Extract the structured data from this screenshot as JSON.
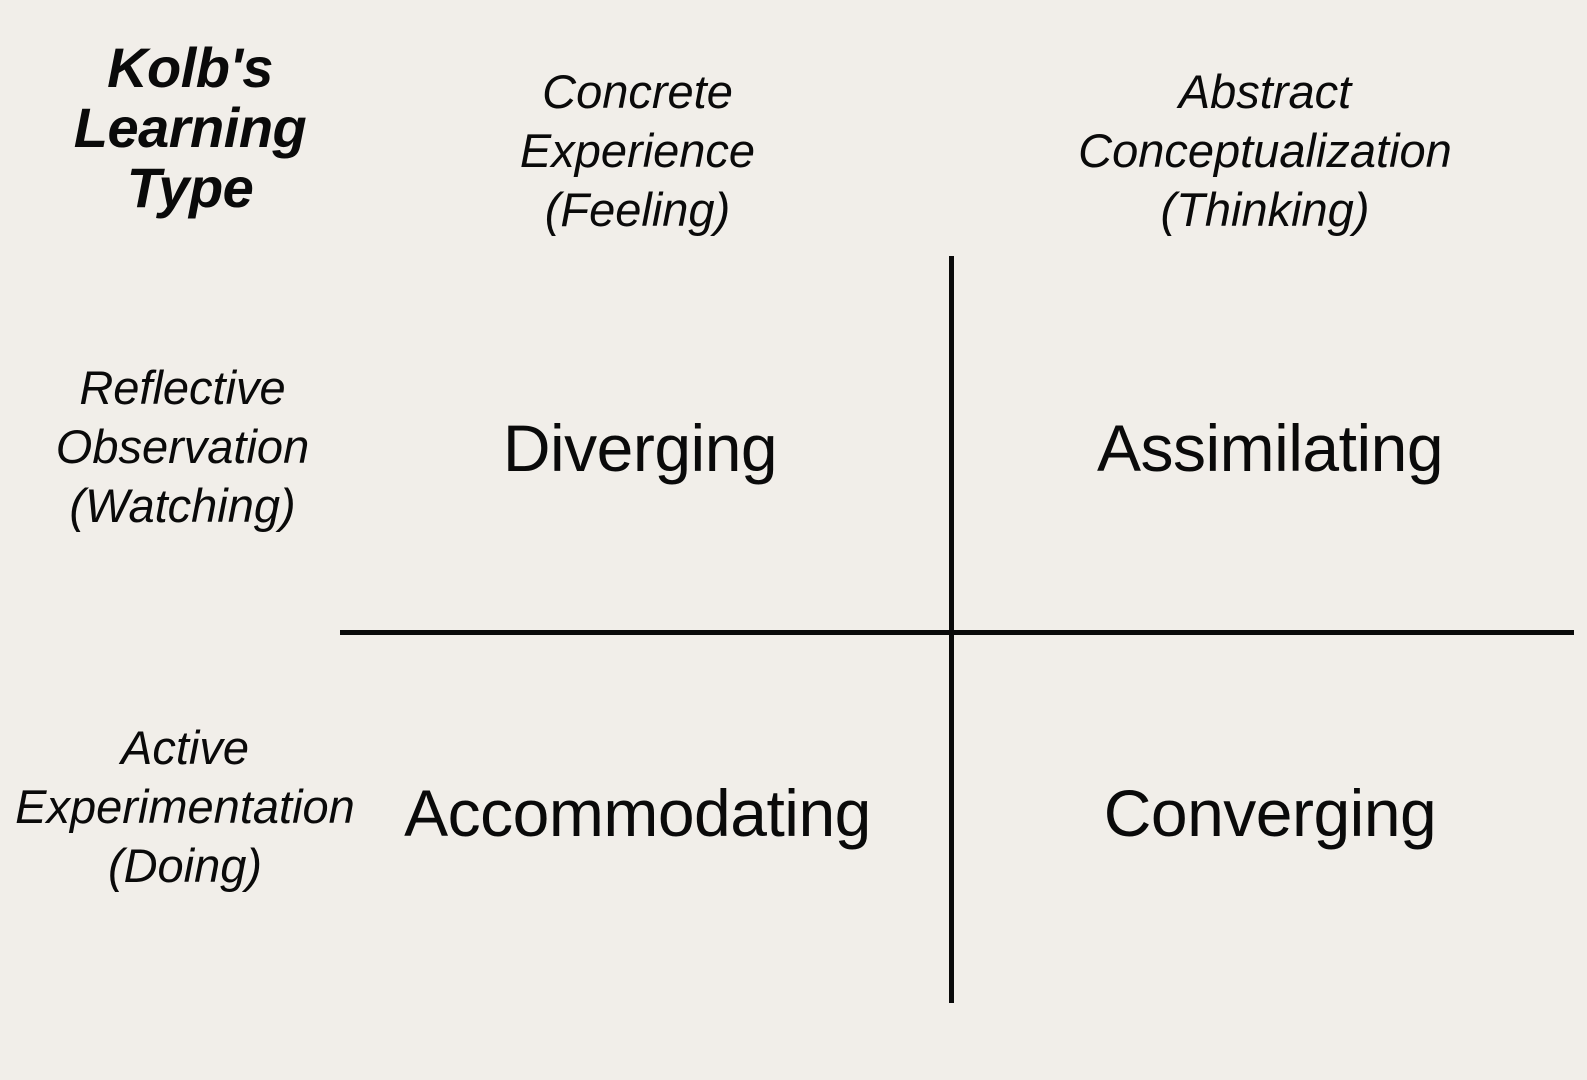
{
  "page": {
    "background_color": "#F1EEE9",
    "ink_color": "#0A0A0A",
    "title": "Kolb's\nLearning\nType"
  },
  "matrix": {
    "column_headers": [
      {
        "id": "concrete-experience",
        "label": "Concrete\nExperience\n(Feeling)"
      },
      {
        "id": "abstract-conceptualization",
        "label": "Abstract\nConceptualization\n(Thinking)"
      }
    ],
    "row_headers": [
      {
        "id": "reflective-observation",
        "label": "Reflective\nObservation\n(Watching)"
      },
      {
        "id": "active-experimentation",
        "label": "Active\nExperimentation\n(Doing)"
      }
    ],
    "cells": [
      {
        "id": "diverging",
        "label": "Diverging",
        "row": "reflective-observation",
        "column": "concrete-experience"
      },
      {
        "id": "assimilating",
        "label": "Assimilating",
        "row": "reflective-observation",
        "column": "abstract-conceptualization"
      },
      {
        "id": "accommodating",
        "label": "Accommodating",
        "row": "active-experimentation",
        "column": "concrete-experience"
      },
      {
        "id": "converging",
        "label": "Converging",
        "row": "active-experimentation",
        "column": "abstract-conceptualization"
      }
    ]
  }
}
